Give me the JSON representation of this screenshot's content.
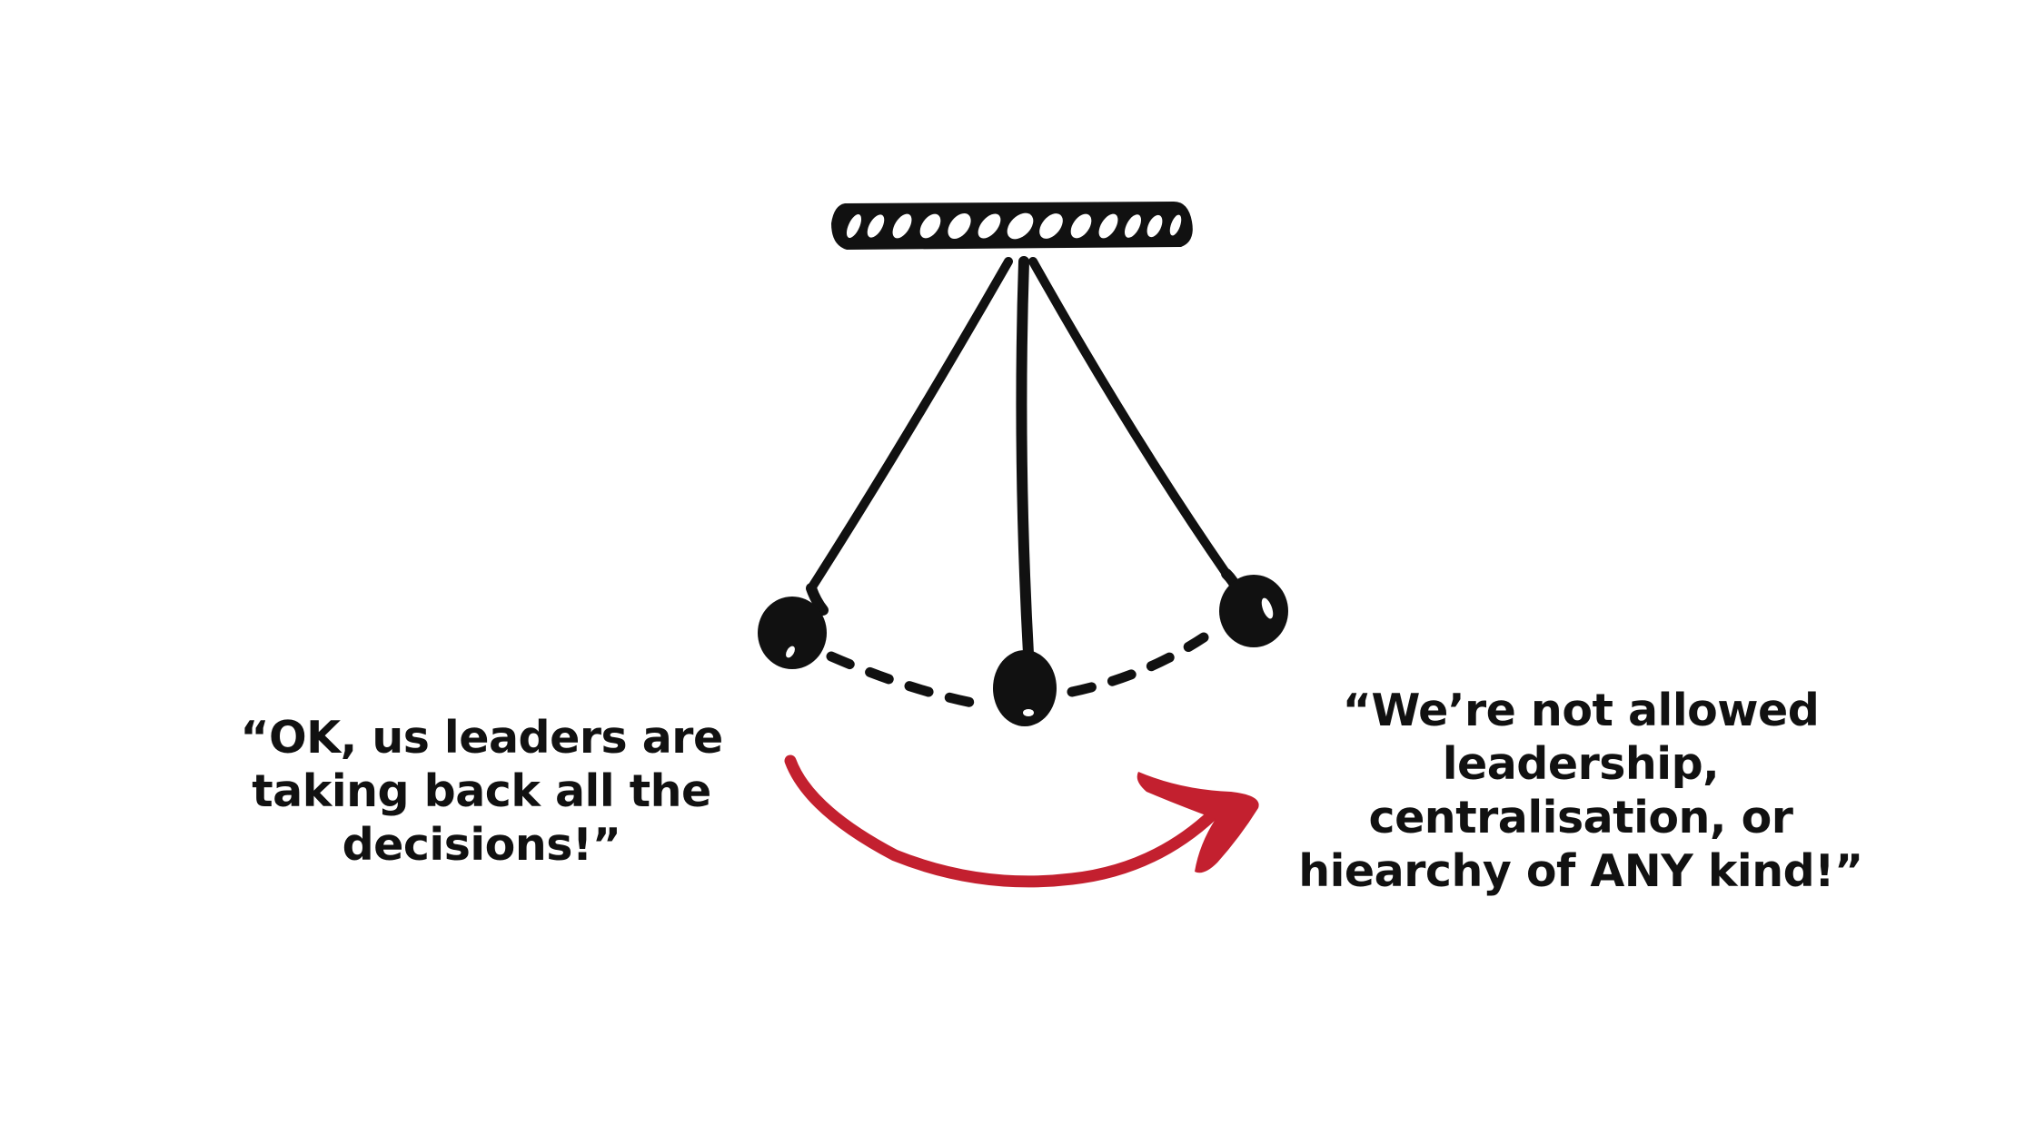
{
  "quotes": {
    "left": {
      "lines": [
        "“OK, us leaders are",
        "taking back all the",
        "decisions!”"
      ]
    },
    "right": {
      "lines": [
        "“We’re not allowed",
        "leadership,",
        "centralisation, or",
        "hiearchy of ANY kind!”"
      ]
    }
  },
  "colors": {
    "ink": "#111111",
    "arrow": "#C3202F",
    "background": "#ffffff"
  },
  "icons": {
    "pendulum": "pendulum-icon",
    "arrow": "curved-arrow-icon"
  }
}
